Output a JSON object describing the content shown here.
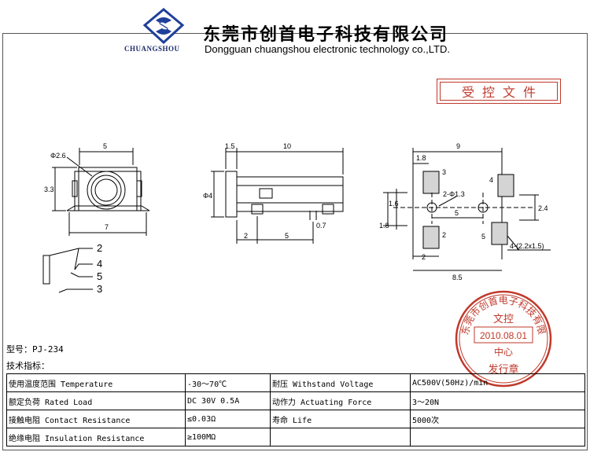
{
  "header": {
    "logo_caption": "CHUANGSHOU",
    "company_cn": "东莞市创首电子科技有限公司",
    "company_en": "Dongguan chuangshou electronic technology co.,LTD."
  },
  "controlled_stamp": "受控文件",
  "drawing": {
    "front": {
      "dia": "Φ2.6",
      "width": "5",
      "height": "3.3",
      "base": "7"
    },
    "side": {
      "flange": "1.5",
      "length": "10",
      "dia": "Φ4",
      "offset": "2",
      "pitch": "5",
      "pin": "0.7"
    },
    "pcb": {
      "width": "9",
      "edge": "1.8",
      "hole_dia": "2-Φ1.3",
      "hole_pitch": "5",
      "vert_a": "1.8",
      "vert_b": "1.6",
      "vert_c": "2.4",
      "pad_w": "2",
      "total": "8.5",
      "pad_size": "4-(2.2x1.5)",
      "pad_labels": [
        "3",
        "4",
        "2",
        "5"
      ]
    },
    "schematic_pins": [
      "2",
      "4",
      "5",
      "3"
    ]
  },
  "approval_stamp": {
    "ring_text": "东莞市创首电子科技有限公司",
    "top": "文控",
    "date": "2010.08.01",
    "center": "中心",
    "bottom": "发行章"
  },
  "model": "型号：PJ-234",
  "specs_title": "技术指标：",
  "specs": [
    [
      "使用温度范围 Temperature",
      "-30～70℃",
      "耐压 Withstand Voltage",
      "AC500V(50Hz)/min"
    ],
    [
      "额定负荷 Rated Load",
      "DC 30V 0.5A",
      "动作力 Actuating Force",
      "3～20N"
    ],
    [
      "接触电阻 Contact Resistance",
      "≤0.03Ω",
      "寿命 Life",
      "5000次"
    ],
    [
      "绝缘电阻 Insulation Resistance",
      "≥100MΩ",
      "",
      ""
    ]
  ],
  "colors": {
    "logo_blue": "#1f3f9a",
    "stamp_red": "#c0392b"
  },
  "icons": [
    "company-logo-icon"
  ]
}
